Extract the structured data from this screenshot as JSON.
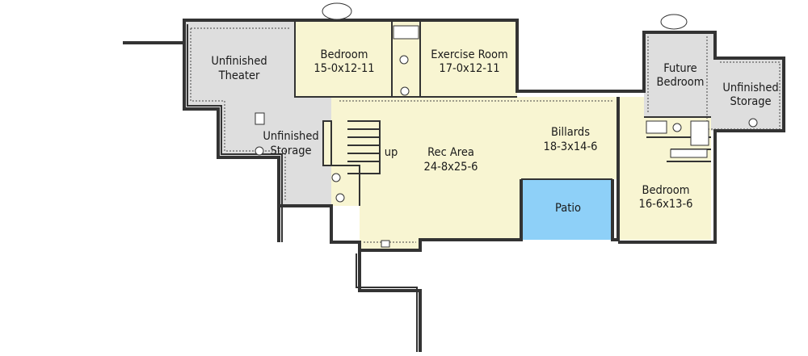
{
  "colors": {
    "finished": "#f8f5d2",
    "unfinished": "#dedede",
    "patio": "#8ed0f8",
    "wall": "#333333"
  },
  "rooms": {
    "theater": {
      "name": "Unfinished",
      "name2": "Theater"
    },
    "storage_left": {
      "name": "Unfinished",
      "name2": "Storage"
    },
    "bedroom_top": {
      "name": "Bedroom",
      "dims": "15-0x12-11"
    },
    "exercise": {
      "name": "Exercise Room",
      "dims": "17-0x12-11"
    },
    "rec": {
      "name": "Rec Area",
      "dims": "24-8x25-6"
    },
    "billiards": {
      "name": "Billards",
      "dims": "18-3x14-6"
    },
    "patio": {
      "name": "Patio"
    },
    "bedroom_right": {
      "name": "Bedroom",
      "dims": "16-6x13-6"
    },
    "future_bedroom": {
      "name": "Future",
      "name2": "Bedroom"
    },
    "storage_right": {
      "name": "Unfinished",
      "name2": "Storage"
    }
  },
  "stairs": {
    "label": "up"
  }
}
